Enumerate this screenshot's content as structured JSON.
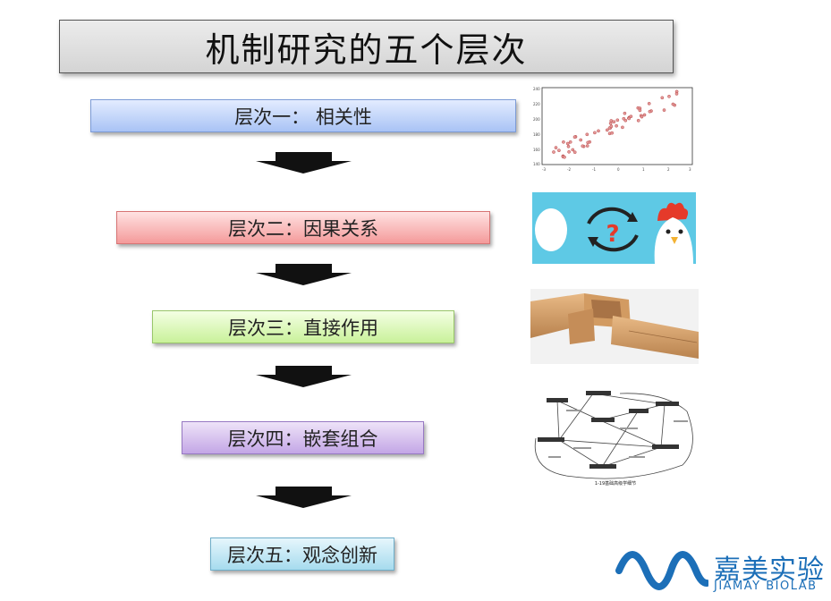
{
  "title": "机制研究的五个层次",
  "levels": [
    {
      "label": "层次一： 相关性"
    },
    {
      "label": "层次二：因果关系"
    },
    {
      "label": "层次三：直接作用"
    },
    {
      "label": "层次四：嵌套组合"
    },
    {
      "label": "层次五：观念创新"
    }
  ],
  "scatter": {
    "y_ticks": [
      "240",
      "220",
      "200",
      "180",
      "160",
      "140"
    ],
    "x_ticks": [
      "-3",
      "-2",
      "-1",
      "0",
      "1",
      "2",
      "3"
    ]
  },
  "network": {
    "caption": "1-19基础高级学细节"
  },
  "brand": {
    "name_cn": "嘉美实验",
    "name_en": "JIAMAY BIOLAB",
    "color": "#1c6fb8"
  }
}
